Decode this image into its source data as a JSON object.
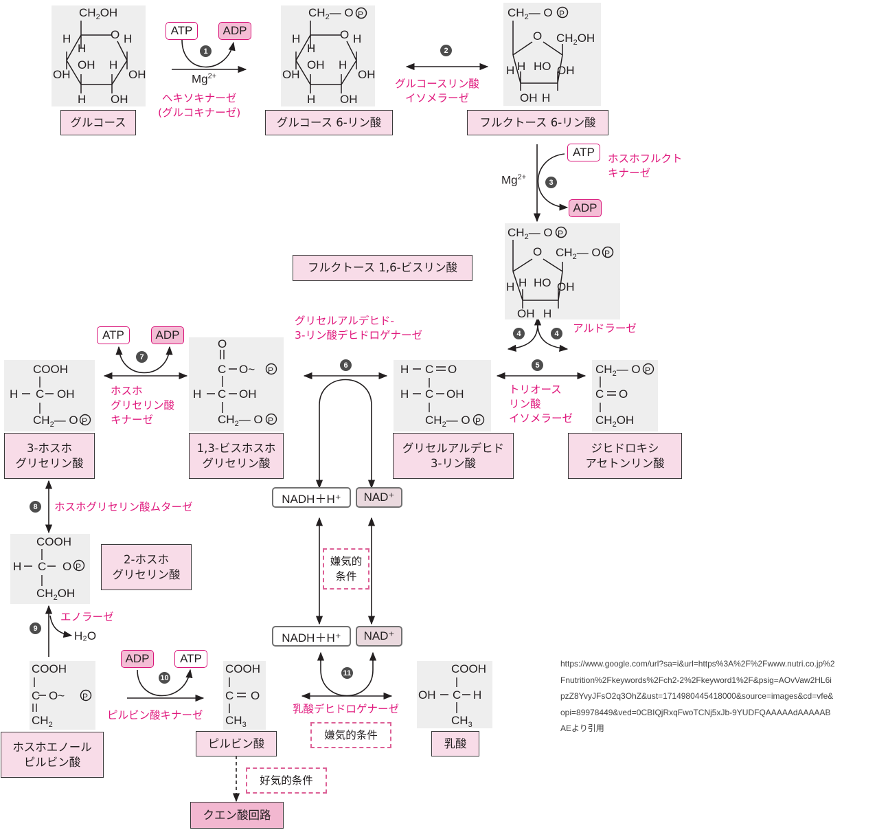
{
  "colors": {
    "enzyme": "#e0197d",
    "name_box": "#f8dce8",
    "name_box_strong": "#f2b7d0",
    "molecule_bg": "#eeeeee",
    "condition_border": "#dc5f95"
  },
  "cofactors": {
    "atp": "ATP",
    "adp": "ADP",
    "mg": "Mg",
    "mg_charge": "2+",
    "nadh": "NADH＋H⁺",
    "nad": "NAD⁺",
    "h2o": "H₂O"
  },
  "compounds": {
    "glucose": "グルコース",
    "g6p": "グルコース 6-リン酸",
    "f6p": "フルクトース 6-リン酸",
    "f16bp": "フルクトース 1,6-ビスリン酸",
    "gap": "グリセルアルデヒド\n3-リン酸",
    "dhap": "ジヒドロキシ\nアセトンリン酸",
    "bpg13": "1,3-ビスホスホ\nグリセリン酸",
    "pg3": "3-ホスホ\nグリセリン酸",
    "pg2": "2-ホスホ\nグリセリン酸",
    "pep": "ホスホエノール\nピルビン酸",
    "pyruvate": "ピルビン酸",
    "lactate": "乳酸",
    "tca": "クエン酸回路"
  },
  "enzymes": {
    "e1": "ヘキソキナーゼ\n(グルコキナーゼ)",
    "e2": "グルコースリン酸\nイソメラーゼ",
    "e3": "ホスホフルクト\nキナーゼ",
    "e4": "アルドラーゼ",
    "e5": "トリオース\nリン酸\nイソメラーゼ",
    "e6": "グリセルアルデヒド-\n3-リン酸デヒドロゲナーゼ",
    "e7": "ホスホ\nグリセリン酸\nキナーゼ",
    "e8": "ホスホグリセリン酸ムターゼ",
    "e9": "エノラーゼ",
    "e10": "ピルビン酸キナーゼ",
    "e11": "乳酸デヒドロゲナーゼ"
  },
  "steps": [
    "1",
    "2",
    "3",
    "4",
    "4",
    "5",
    "6",
    "7",
    "8",
    "9",
    "10",
    "11"
  ],
  "conditions": {
    "anaerobic_vertical": "嫌気的\n条件",
    "anaerobic": "嫌気的条件",
    "aerobic": "好気的条件"
  },
  "citation": "https://www.google.com/url?sa=i&url=https%3A%2F%2Fwww.nutri.co.jp%2Fnutrition%2Fkeywords%2Fch2-2%2Fkeyword1%2F&psig=AOvVaw2HL6ipzZ8YvyJFsO2q3OhZ&ust=1714980445418000&source=images&cd=vfe&opi=89978449&ved=0CBIQjRxqFwoTCNj5xJb-9YUDFQAAAAAdAAAAABAEより引用"
}
